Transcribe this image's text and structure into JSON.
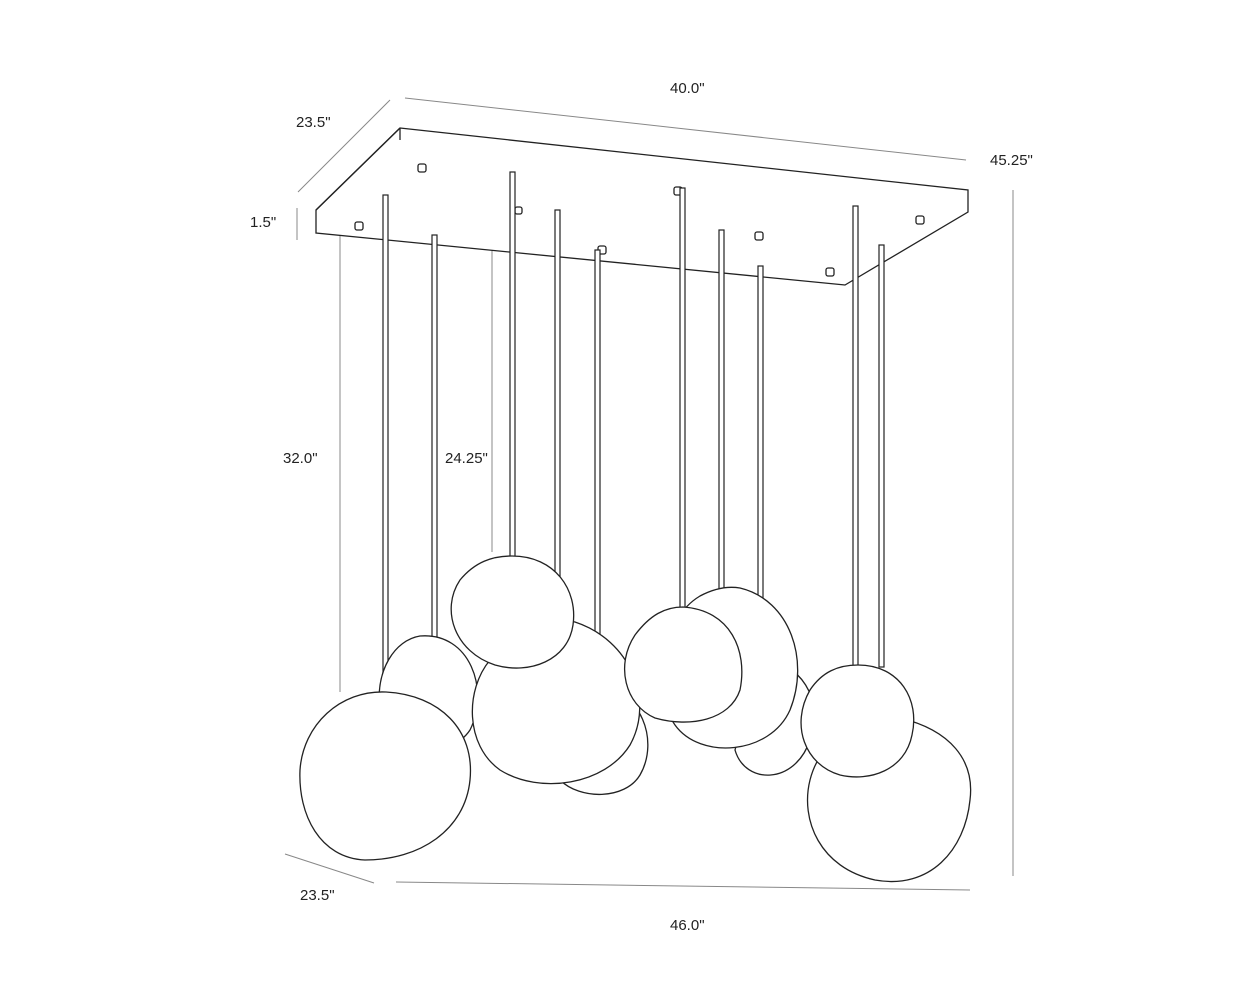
{
  "dimensions": {
    "top_width": "40.0\"",
    "top_depth": "23.5\"",
    "overall_height": "45.25\"",
    "canopy_height": "1.5\"",
    "long_drop": "32.0\"",
    "short_drop": "24.25\"",
    "bottom_depth": "23.5\"",
    "bottom_width": "46.0\""
  }
}
